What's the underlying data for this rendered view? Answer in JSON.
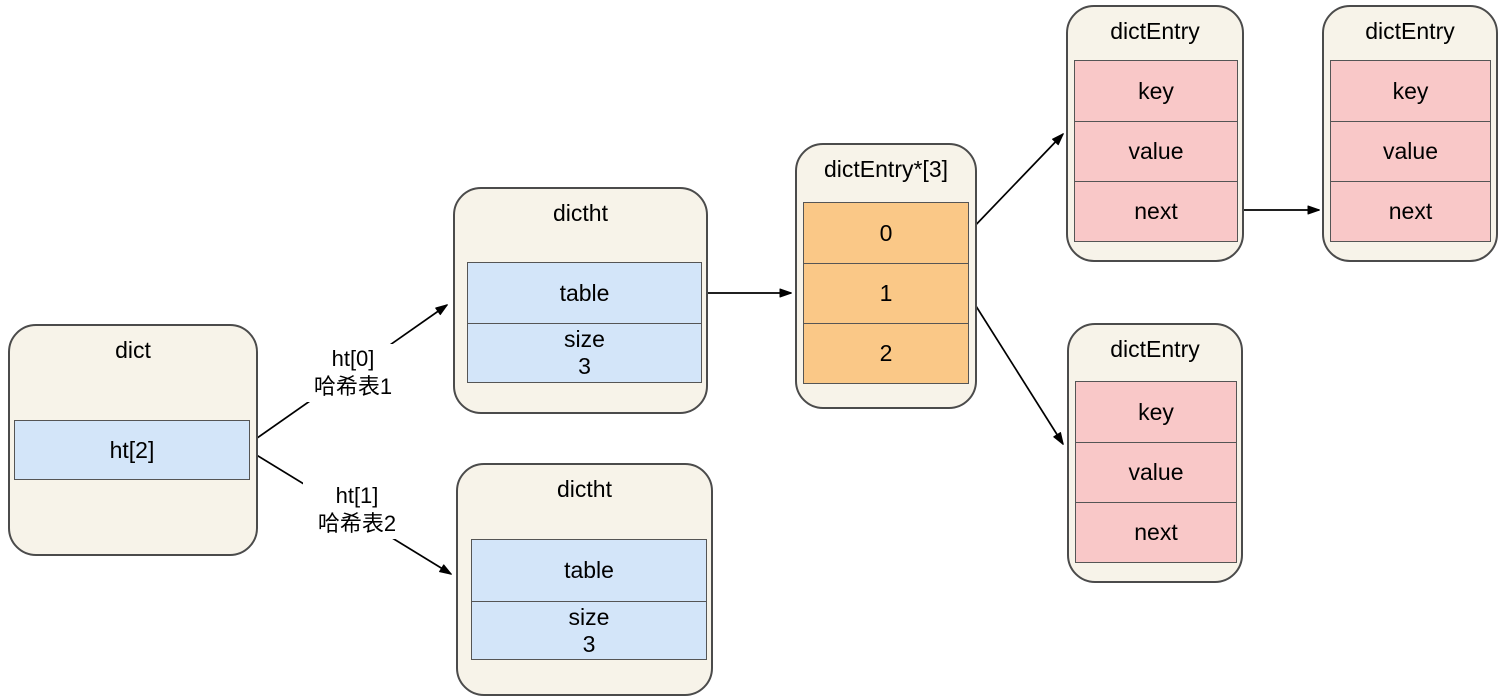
{
  "diagram_type": "redis-dict-hashtable-structure",
  "colors": {
    "background": "#FFFFFF",
    "container_fill": "#F7F3E9",
    "container_border": "#4B4B4B",
    "blue_cell_fill": "#D3E5F9",
    "orange_cell_fill": "#FAC887",
    "pink_cell_fill": "#F9C8C8",
    "arrow": "#000000"
  },
  "nodes": {
    "dict": {
      "title": "dict",
      "field": "ht[2]"
    },
    "hashtable1": {
      "title": "dictht",
      "row_table": "table",
      "row_size_label": "size",
      "row_size_value": "3"
    },
    "hashtable2": {
      "title": "dictht",
      "row_table": "table",
      "row_size_label": "size",
      "row_size_value": "3"
    },
    "bucket_array": {
      "title": "dictEntry*[3]",
      "slots": [
        "0",
        "1",
        "2"
      ]
    },
    "entry_top": {
      "title": "dictEntry",
      "fields": [
        "key",
        "value",
        "next"
      ]
    },
    "entry_top_next": {
      "title": "dictEntry",
      "fields": [
        "key",
        "value",
        "next"
      ]
    },
    "entry_bottom": {
      "title": "dictEntry",
      "fields": [
        "key",
        "value",
        "next"
      ]
    }
  },
  "edge_labels": {
    "ht0": {
      "line1": "ht[0]",
      "line2": "哈希表1"
    },
    "ht1": {
      "line1": "ht[1]",
      "line2": "哈希表2"
    }
  }
}
